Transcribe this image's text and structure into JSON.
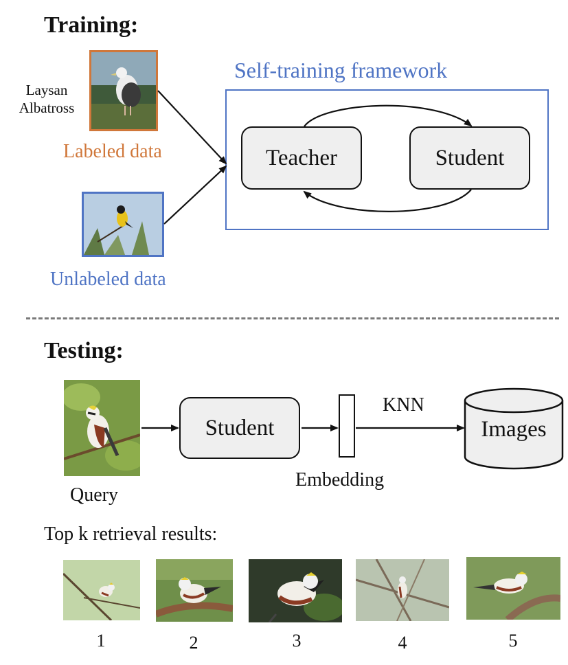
{
  "training": {
    "heading": "Training:",
    "species_label_line1": "Laysan",
    "species_label_line2": "Albatross",
    "labeled_caption": "Labeled data",
    "unlabeled_caption": "Unlabeled data",
    "framework_title": "Self-training framework",
    "teacher_label": "Teacher",
    "student_label": "Student"
  },
  "testing": {
    "heading": "Testing:",
    "query_caption": "Query",
    "student_label": "Student",
    "embedding_caption": "Embedding",
    "knn_label": "KNN",
    "database_label": "Images",
    "results_caption": "Top k retrieval results:",
    "result_numbers": [
      "1",
      "2",
      "3",
      "4",
      "5"
    ]
  },
  "colors": {
    "labeled": "#d0773a",
    "unlabeled": "#4f74c4",
    "box_fill": "#efefef"
  }
}
